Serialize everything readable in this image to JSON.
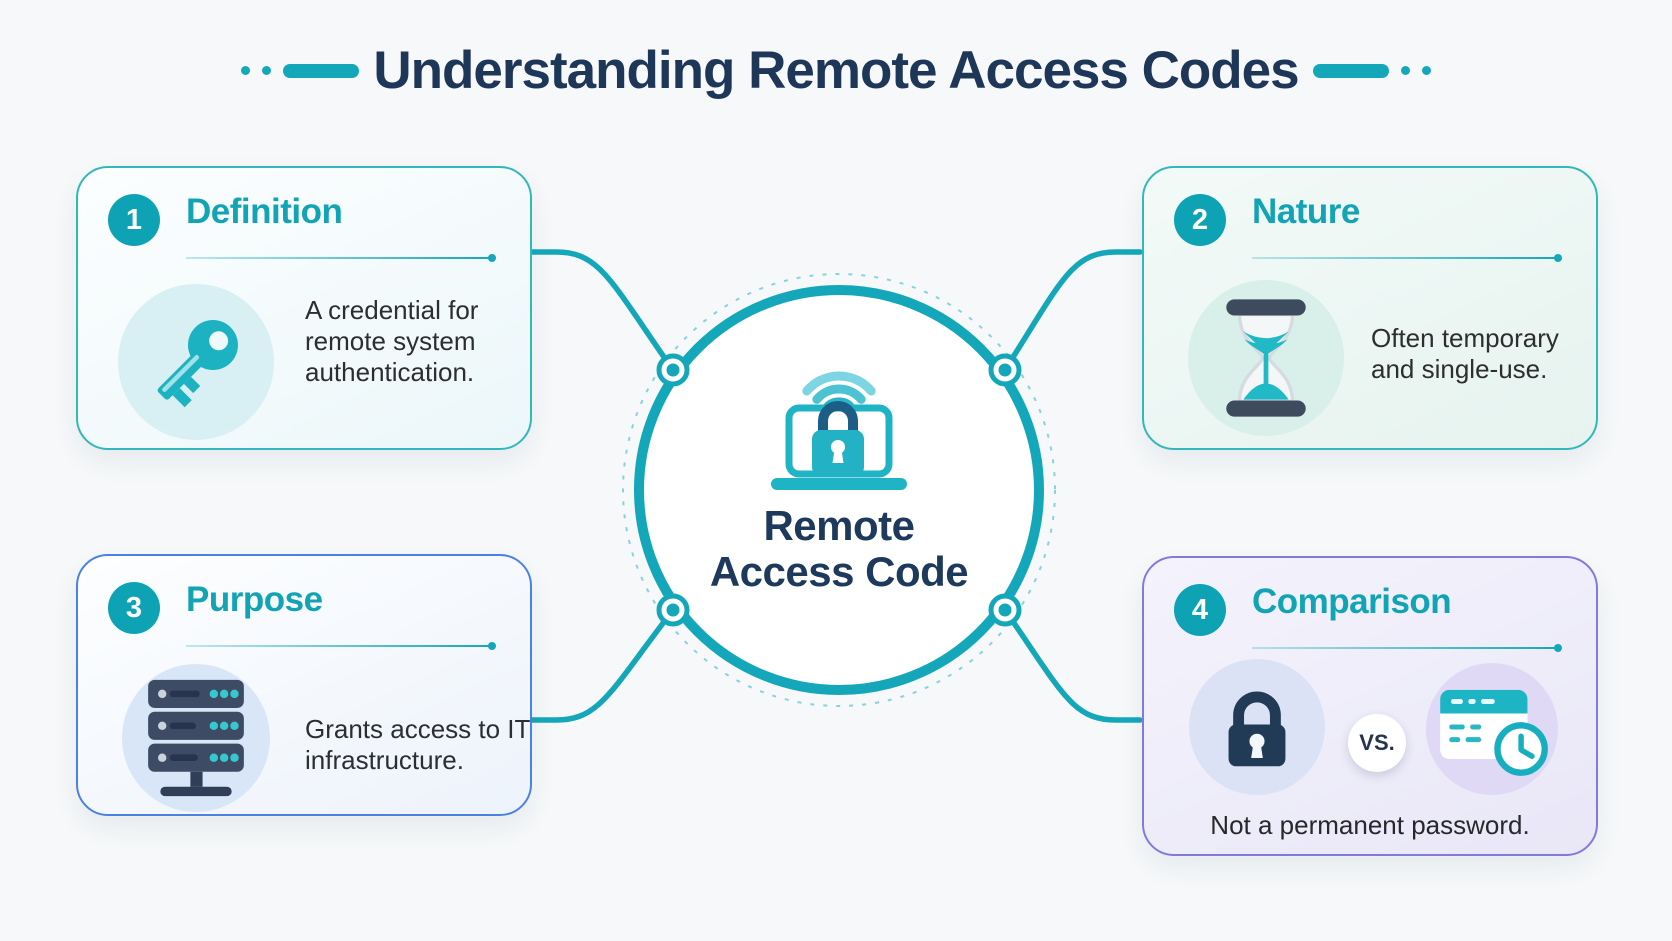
{
  "title": "Understanding Remote Access Codes",
  "center": {
    "label_line1": "Remote",
    "label_line2": "Access Code",
    "icon": "laptop-lock-wifi-icon"
  },
  "cards": [
    {
      "number": "1",
      "heading": "Definition",
      "body": "A credential for remote system authentication.",
      "icon": "key-icon"
    },
    {
      "number": "2",
      "heading": "Nature",
      "body": "Often temporary and single-use.",
      "icon": "hourglass-icon"
    },
    {
      "number": "3",
      "heading": "Purpose",
      "body": "Grants access to IT infrastructure.",
      "icon": "server-rack-icon"
    },
    {
      "number": "4",
      "heading": "Comparison",
      "body": "Not a permanent password.",
      "vs_label": "VS.",
      "icons": [
        "padlock-icon",
        "temporary-code-clock-icon"
      ]
    }
  ],
  "colors": {
    "accent_teal": "#14a7b9",
    "title_navy": "#1e3657",
    "body_text": "#2c2e30",
    "card_teal_border": "#33b7bb",
    "card_blue_border": "#4b82e2",
    "card_purple_border": "#8379dd",
    "lock_shackle_blue": "#1c5e86",
    "dark_slate_icon": "#3e4b64"
  }
}
